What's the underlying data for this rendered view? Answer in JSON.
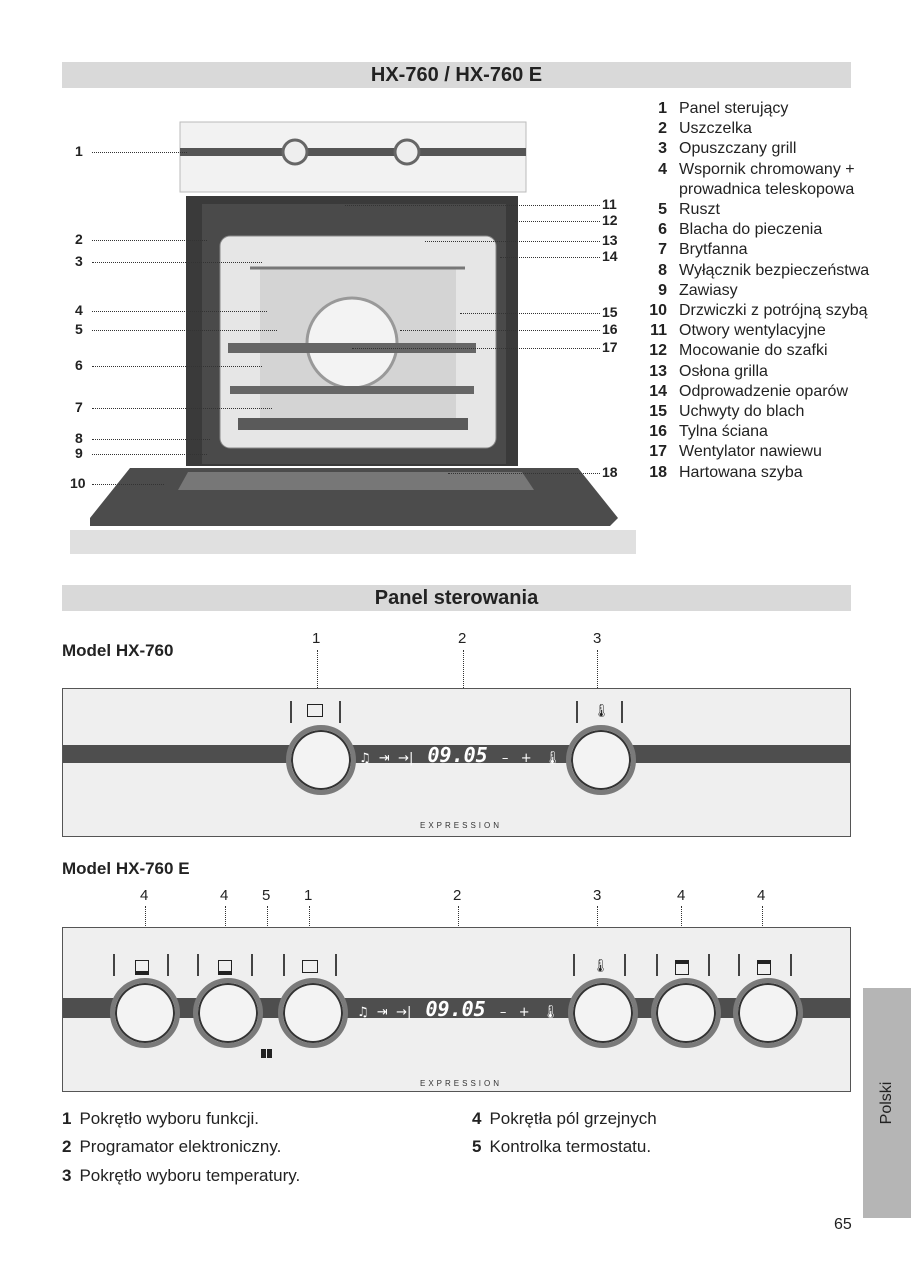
{
  "section1_title": "HX-760 / HX-760 E",
  "section2_title": "Panel sterowania",
  "oven_callouts": [
    "1",
    "2",
    "3",
    "4",
    "5",
    "6",
    "7",
    "8",
    "9",
    "10",
    "11",
    "12",
    "13",
    "14",
    "15",
    "16",
    "17",
    "18"
  ],
  "legend": [
    {
      "n": "1",
      "text": "Panel sterujący"
    },
    {
      "n": "2",
      "text": "Uszczelka"
    },
    {
      "n": "3",
      "text": "Opuszczany grill"
    },
    {
      "n": "4",
      "text": "Wspornik chromowany + prowadnica teleskopowa"
    },
    {
      "n": "5",
      "text": "Ruszt"
    },
    {
      "n": "6",
      "text": "Blacha do pieczenia"
    },
    {
      "n": "7",
      "text": "Brytfanna"
    },
    {
      "n": "8",
      "text": "Wyłącznik bezpieczeństwa"
    },
    {
      "n": "9",
      "text": "Zawiasy"
    },
    {
      "n": "10",
      "text": "Drzwiczki z potrójną szybą"
    },
    {
      "n": "11",
      "text": "Otwory wentylacyjne"
    },
    {
      "n": "12",
      "text": "Mocowanie do szafki"
    },
    {
      "n": "13",
      "text": "Osłona grilla"
    },
    {
      "n": "14",
      "text": "Odprowadzenie oparów"
    },
    {
      "n": "15",
      "text": "Uchwyty do blach"
    },
    {
      "n": "16",
      "text": "Tylna ściana"
    },
    {
      "n": "17",
      "text": "Wentylator nawiewu"
    },
    {
      "n": "18",
      "text": "Hartowana szyba"
    }
  ],
  "model1": {
    "label": "Model HX-760",
    "callouts": [
      "1",
      "2",
      "3"
    ],
    "display_time": "09.05",
    "brand": "EXPRESSION"
  },
  "model2": {
    "label": "Model HX-760 E",
    "callouts": [
      "4",
      "4",
      "5",
      "1",
      "2",
      "3",
      "4",
      "4"
    ],
    "display_time": "09.05",
    "brand": "EXPRESSION"
  },
  "display_symbols": {
    "bell": "♫",
    "start": "⇥",
    "end": "→|",
    "minus": "–",
    "plus": "+",
    "thermo": "🌡"
  },
  "bottom_legend": [
    {
      "n": "1",
      "text": "Pokrętło wyboru funkcji."
    },
    {
      "n": "2",
      "text": "Programator elektroniczny."
    },
    {
      "n": "3",
      "text": "Pokrętło wyboru temperatury."
    },
    {
      "n": "4",
      "text": "Pokrętła pól grzejnych"
    },
    {
      "n": "5",
      "text": "Kontrolka termostatu."
    }
  ],
  "side_tab": "Polski",
  "page_number": "65"
}
